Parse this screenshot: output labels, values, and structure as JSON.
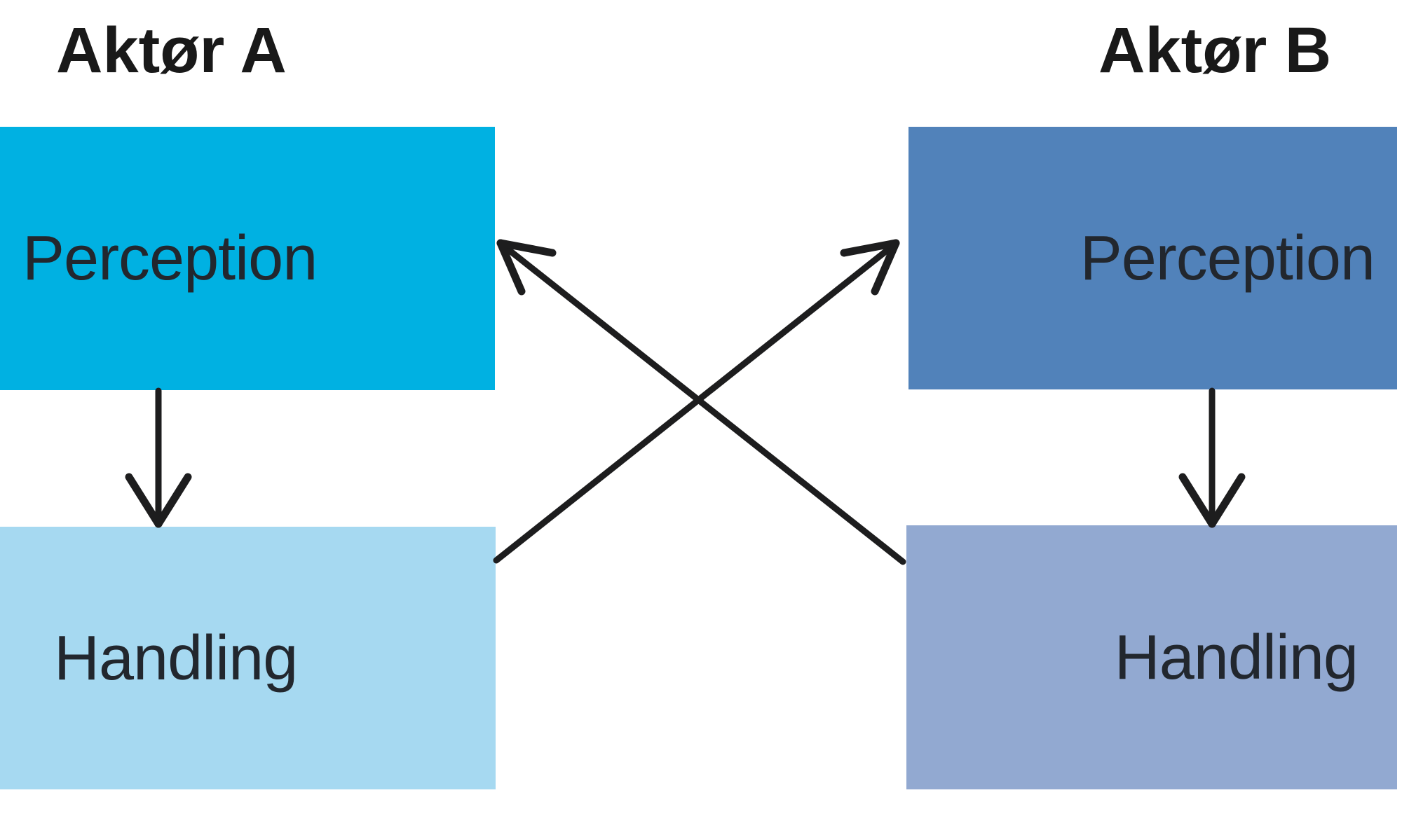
{
  "diagram": {
    "background": "#ffffff",
    "arrow_color": "#1d1d1e",
    "node_text_color": "#22272e",
    "actor_label_color": "#191919",
    "actors": [
      {
        "id": "actor-a",
        "label": "Aktør A"
      },
      {
        "id": "actor-b",
        "label": "Aktør B"
      }
    ],
    "nodes": [
      {
        "id": "perception-a",
        "actor": "Aktør A",
        "label": "Perception",
        "fill": "#00b1e2"
      },
      {
        "id": "handling-a",
        "actor": "Aktør A",
        "label": "Handling",
        "fill": "#a6d9f1"
      },
      {
        "id": "perception-b",
        "actor": "Aktør B",
        "label": "Perception",
        "fill": "#5182ba"
      },
      {
        "id": "handling-b",
        "actor": "Aktør B",
        "label": "Handling",
        "fill": "#92a9d1"
      }
    ],
    "edges": [
      {
        "from": "perception-a",
        "to": "handling-a",
        "type": "vertical-down"
      },
      {
        "from": "perception-b",
        "to": "handling-b",
        "type": "vertical-down"
      },
      {
        "from": "handling-a",
        "to": "perception-b",
        "type": "diagonal-cross"
      },
      {
        "from": "handling-b",
        "to": "perception-a",
        "type": "diagonal-cross"
      }
    ]
  }
}
